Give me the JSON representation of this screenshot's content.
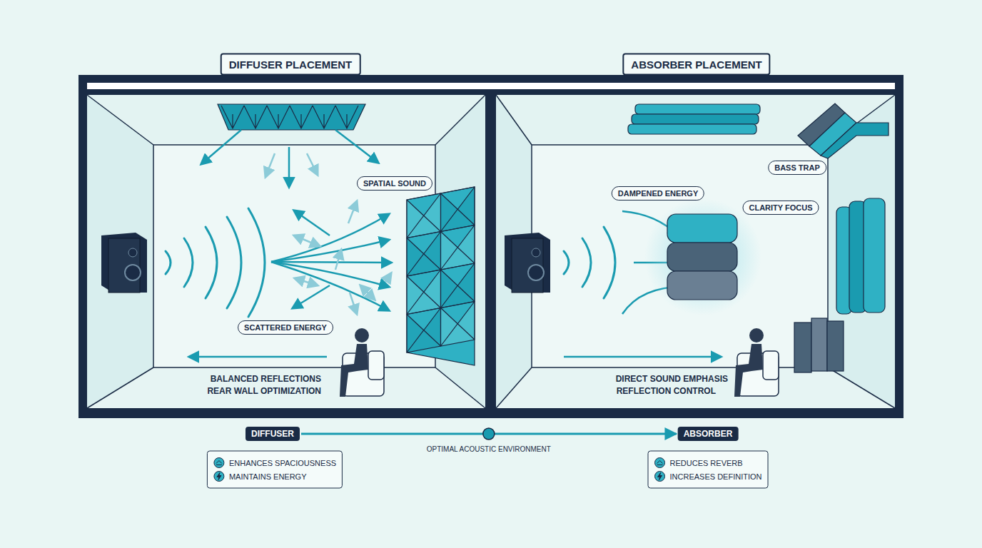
{
  "diagram": {
    "nodes": [
      {
        "text": [
          "DIFFUSER PLACEMENT"
        ]
      },
      {
        "text": [
          "ABSORBER PLACEMENT"
        ]
      },
      {
        "text": [
          "BASS TRAP"
        ]
      },
      {
        "text": [
          "SPATIAL SOUND"
        ]
      },
      {
        "text": [
          "DAMPENED ENERGY"
        ]
      },
      {
        "text": [
          "CLARITY FOCUS"
        ]
      },
      {
        "text": [
          "SCATTERED ENERGY"
        ]
      },
      {
        "text": [
          "DIFFUSER"
        ]
      },
      {
        "text": [
          "ABSORBER"
        ]
      },
      {
        "text": [
          "ENHANCES SPACIOUSNESS",
          "MAINTAINS ENERGY"
        ]
      },
      {
        "text": [
          "REDUCES REVERB",
          "INCREASES DEFINITION"
        ]
      }
    ],
    "edges": [
      {
        "from": 7,
        "to": 8,
        "label": "OPTIMAL ACOUSTIC ENVIRONMENT",
        "arrow": "to"
      }
    ],
    "labels": [
      "BALANCED REFLECTIONS",
      "REAR WALL OPTIMIZATION",
      "DIRECT SOUND EMPHASIS",
      "REFLECTION CONTROL"
    ]
  }
}
